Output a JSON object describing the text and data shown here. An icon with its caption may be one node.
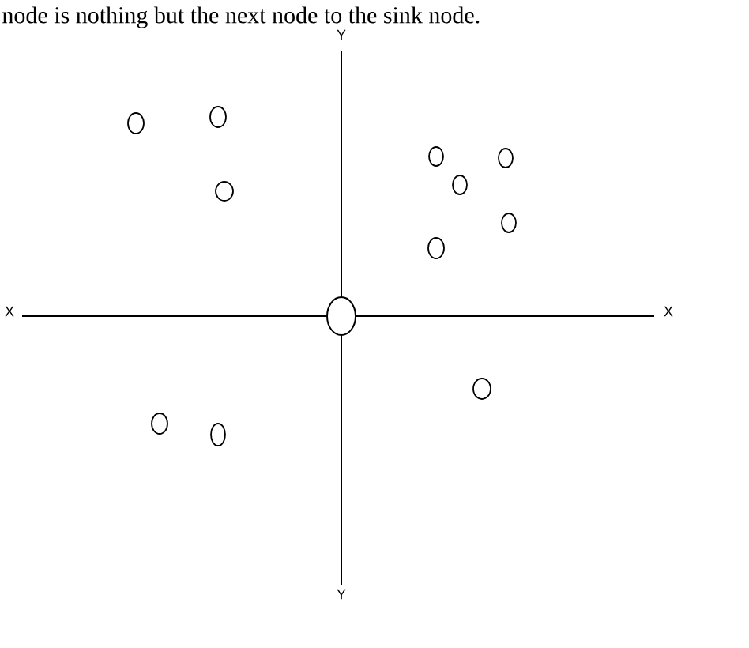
{
  "diagram": {
    "nodes": [
      {
        "text": [],
        "shape": "circle"
      },
      {
        "text": [],
        "shape": "circle"
      },
      {
        "text": [],
        "shape": "circle"
      },
      {
        "text": [],
        "shape": "circle"
      },
      {
        "text": [],
        "shape": "circle"
      },
      {
        "text": [],
        "shape": "circle"
      },
      {
        "text": [],
        "shape": "circle"
      },
      {
        "text": [],
        "shape": "circle"
      },
      {
        "text": [],
        "shape": "circle"
      },
      {
        "text": [],
        "shape": "circle"
      },
      {
        "text": [],
        "shape": "circle"
      },
      {
        "text": [],
        "shape": "circle"
      }
    ],
    "labels": [
      "node is nothing but the next node to the sink node.",
      "Y",
      "X",
      "X",
      "Y"
    ]
  }
}
